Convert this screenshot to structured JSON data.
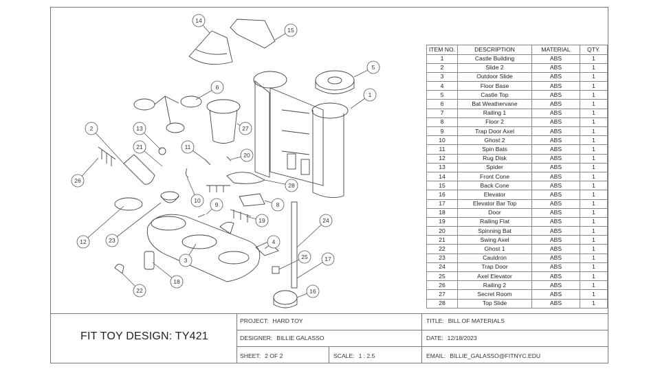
{
  "bom": {
    "headers": [
      "ITEM NO.",
      "DESCRIPTION",
      "MATERIAL",
      "QTY."
    ],
    "rows": [
      [
        "1",
        "Castle Building",
        "ABS",
        "1"
      ],
      [
        "2",
        "Slide 2",
        "ABS",
        "1"
      ],
      [
        "3",
        "Outdoor Slide",
        "ABS",
        "1"
      ],
      [
        "4",
        "Floor Base",
        "ABS",
        "1"
      ],
      [
        "5",
        "Castle Top",
        "ABS",
        "1"
      ],
      [
        "6",
        "Bat Weathervane",
        "ABS",
        "1"
      ],
      [
        "7",
        "Railing 1",
        "ABS",
        "1"
      ],
      [
        "8",
        "Floor 2",
        "ABS",
        "1"
      ],
      [
        "9",
        "Trap Door Axel",
        "ABS",
        "1"
      ],
      [
        "10",
        "Ghost 2",
        "ABS",
        "1"
      ],
      [
        "11",
        "Spin Bats",
        "ABS",
        "1"
      ],
      [
        "12",
        "Rug Disk",
        "ABS",
        "1"
      ],
      [
        "13",
        "Spider",
        "ABS",
        "1"
      ],
      [
        "14",
        "Front Cone",
        "ABS",
        "1"
      ],
      [
        "15",
        "Back Cone",
        "ABS",
        "1"
      ],
      [
        "16",
        "Elevator",
        "ABS",
        "1"
      ],
      [
        "17",
        "Elevator Bar Top",
        "ABS",
        "1"
      ],
      [
        "18",
        "Door",
        "ABS",
        "1"
      ],
      [
        "19",
        "Railing Flat",
        "ABS",
        "1"
      ],
      [
        "20",
        "Spinning Bat",
        "ABS",
        "1"
      ],
      [
        "21",
        "Swing Axel",
        "ABS",
        "1"
      ],
      [
        "22",
        "Ghost 1",
        "ABS",
        "1"
      ],
      [
        "23",
        "Cauldron",
        "ABS",
        "1"
      ],
      [
        "24",
        "Trap Door",
        "ABS",
        "1"
      ],
      [
        "25",
        "Axel Elevator",
        "ABS",
        "1"
      ],
      [
        "26",
        "Railing 2",
        "ABS",
        "1"
      ],
      [
        "27",
        "Secret Room",
        "ABS",
        "1"
      ],
      [
        "28",
        "Top Slide",
        "ABS",
        "1"
      ]
    ]
  },
  "balloons": [
    "1",
    "2",
    "3",
    "4",
    "5",
    "6",
    "8",
    "9",
    "10",
    "11",
    "12",
    "13",
    "14",
    "15",
    "16",
    "17",
    "18",
    "19",
    "20",
    "21",
    "22",
    "23",
    "24",
    "25",
    "26",
    "27",
    "28"
  ],
  "title_block": {
    "company": "FIT TOY DESIGN: TY421",
    "project_label": "PROJECT:",
    "project": "HARD TOY",
    "designer_label": "DESIGNER:",
    "designer": "BILLIE GALASSO",
    "sheet_label": "SHEET:",
    "sheet": "2 OF 2",
    "scale_label": "SCALE:",
    "scale": "1 : 2.5",
    "title_label": "TITLE:",
    "title": "BILL OF MATERIALS",
    "date_label": "DATE:",
    "date": "12/18/2023",
    "email_label": "EMAIL:",
    "email": "BILLIE_GALASSO@FITNYC.EDU"
  }
}
